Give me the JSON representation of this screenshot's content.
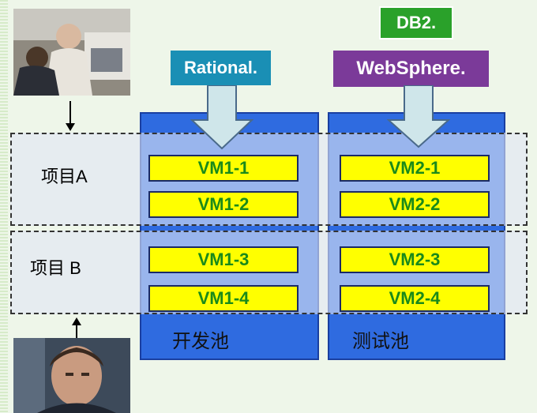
{
  "logos": {
    "db2": "DB2.",
    "rational": "Rational.",
    "websphere": "WebSphere."
  },
  "projects": {
    "a": "项目A",
    "b": "项目 B"
  },
  "pools": {
    "dev": "开发池",
    "test": "测试池"
  },
  "vms": {
    "vm1_1": "VM1-1",
    "vm1_2": "VM1-2",
    "vm1_3": "VM1-3",
    "vm1_4": "VM1-4",
    "vm2_1": "VM2-1",
    "vm2_2": "VM2-2",
    "vm2_3": "VM2-3",
    "vm2_4": "VM2-4"
  },
  "colors": {
    "pool_fill": "#2f6be0",
    "vm_fill": "#ffff00",
    "vm_text": "#1a8a1a",
    "rational_bg": "#1a8fb5",
    "websphere_bg": "#7b3a99",
    "db2_bg": "#2aa12a"
  },
  "icons": {
    "top_photo": "people-at-computer-photo",
    "bottom_photo": "user-portrait-photo"
  }
}
